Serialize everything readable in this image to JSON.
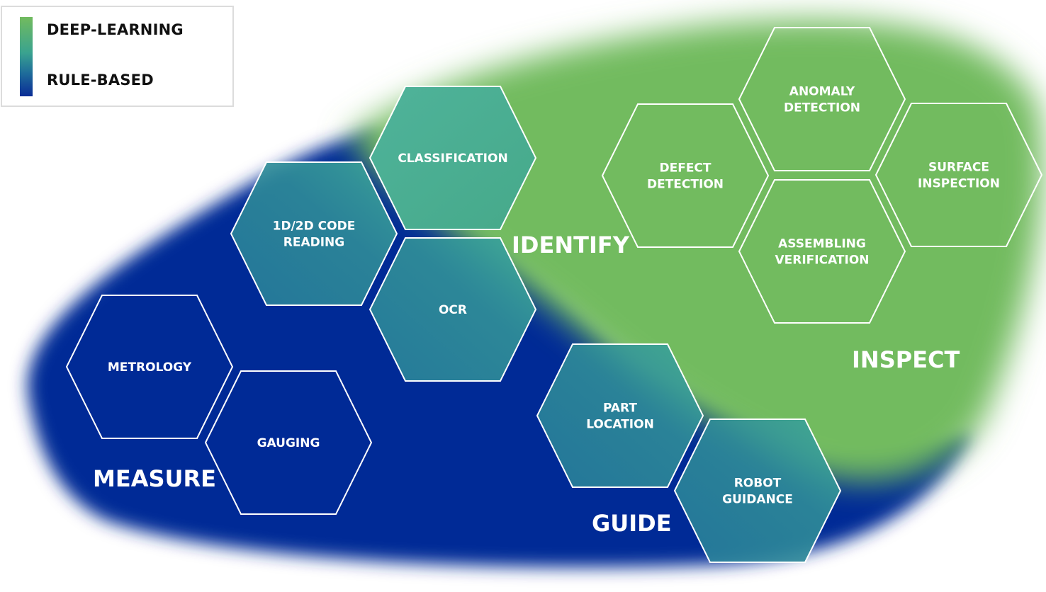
{
  "legend": {
    "items": [
      {
        "label": "DEEP-LEARNING",
        "color": "#72bb5e"
      },
      {
        "label": "RULE-BASED",
        "color": "#0a2c96"
      }
    ]
  },
  "regions": {
    "identify": "IDENTIFY",
    "inspect": "INSPECT",
    "measure": "MEASURE",
    "guide": "GUIDE"
  },
  "hexagons": {
    "classification": {
      "lines": [
        "CLASSIFICATION"
      ]
    },
    "code_reading": {
      "lines": [
        "1D/2D CODE",
        "READING"
      ]
    },
    "ocr": {
      "lines": [
        "OCR"
      ]
    },
    "metrology": {
      "lines": [
        "METROLOGY"
      ]
    },
    "gauging": {
      "lines": [
        "GAUGING"
      ]
    },
    "part_location": {
      "lines": [
        "PART",
        "LOCATION"
      ]
    },
    "robot_guidance": {
      "lines": [
        "ROBOT",
        "GUIDANCE"
      ]
    },
    "defect_detection": {
      "lines": [
        "DEFECT",
        "DETECTION"
      ]
    },
    "anomaly_detection": {
      "lines": [
        "ANOMALY",
        "DETECTION"
      ]
    },
    "assembling_verification": {
      "lines": [
        "ASSEMBLING",
        "VERIFICATION"
      ]
    },
    "surface_inspection": {
      "lines": [
        "SURFACE",
        "INSPECTION"
      ]
    }
  },
  "colors": {
    "rule_based": "#062a96",
    "deep_learning": "#74bc5e",
    "hybrid": "#3a9c92"
  }
}
